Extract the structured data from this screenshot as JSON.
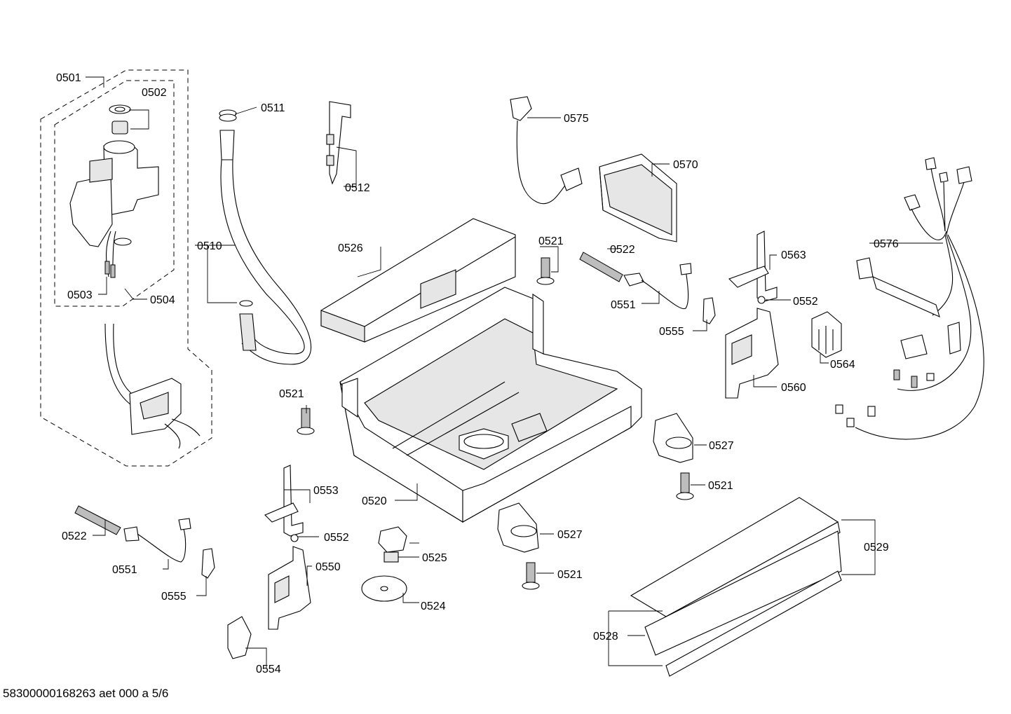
{
  "labels": {
    "l0501": "0501",
    "l0502": "0502",
    "l0503": "0503",
    "l0504": "0504",
    "l0510": "0510",
    "l0511": "0511",
    "l0512": "0512",
    "l0520": "0520",
    "l0521a": "0521",
    "l0521b": "0521",
    "l0521c": "0521",
    "l0521d": "0521",
    "l0522a": "0522",
    "l0522b": "0522",
    "l0524": "0524",
    "l0525": "0525",
    "l0526": "0526",
    "l0527a": "0527",
    "l0527b": "0527",
    "l0528": "0528",
    "l0529": "0529",
    "l0550": "0550",
    "l0551a": "0551",
    "l0551b": "0551",
    "l0552a": "0552",
    "l0552b": "0552",
    "l0553": "0553",
    "l0554": "0554",
    "l0555a": "0555",
    "l0555b": "0555",
    "l0560": "0560",
    "l0563": "0563",
    "l0564": "0564",
    "l0570": "0570",
    "l0575": "0575",
    "l0576": "0576"
  },
  "footer": "58300000168263 aet 000 a 5/6"
}
